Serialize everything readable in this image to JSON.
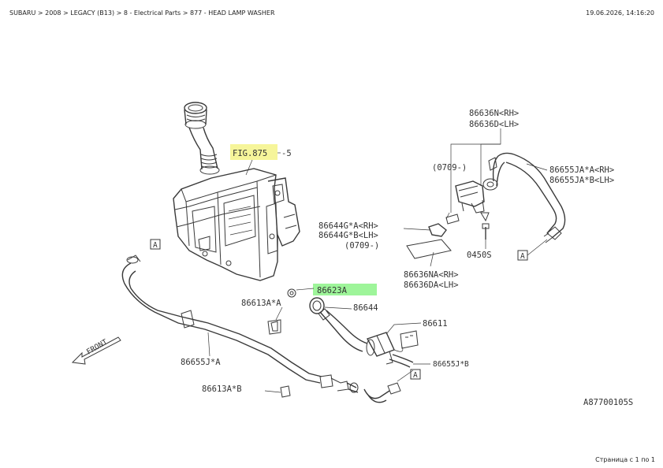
{
  "header": {
    "breadcrumb": "SUBARU > 2008 > LEGACY (B13) > 8 - Electrical Parts > 877 - HEAD LAMP WASHER",
    "datetime": "19.06.2026, 14:16:20"
  },
  "footer": {
    "page_info": "Страница с 1 по 1"
  },
  "diagram": {
    "fig_ref": "FIG.875",
    "fig_suffix": "-5",
    "front_label": "FRONT",
    "ref_marker": "A",
    "drawing_id": "A87700105S",
    "highlight_colors": {
      "fig": "#f6f59a",
      "part": "#9ef59a"
    },
    "parts": {
      "p86636n": "86636N<RH>",
      "p86636d": "86636D<LH>",
      "p0709_top": "(0709-)",
      "p86655ja": "86655JA*A<RH>",
      "p86655jab": "86655JA*B<LH>",
      "p86644ga": "86644G*A<RH>",
      "p86644gb": "86644G*B<LH>",
      "p0709_mid": "(0709-)",
      "p0450s": "0450S",
      "p86636na": "86636NA<RH>",
      "p86636da": "86636DA<LH>",
      "p86623a": "86623A",
      "p86613aa": "86613A*A",
      "p86644": "86644",
      "p86611": "86611",
      "p86655ja_left": "86655J*A",
      "p86655jb": "86655J*B",
      "p86613ab": "86613A*B"
    }
  }
}
